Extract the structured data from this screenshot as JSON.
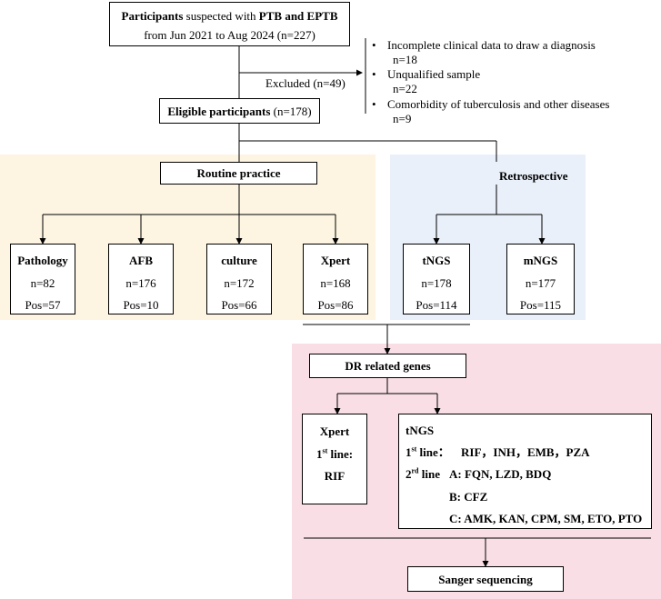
{
  "top": {
    "line1_bold_a": "Participants",
    "line1_mid": " suspected with ",
    "line1_bold_b": "PTB and EPTB",
    "line2": "from Jun 2021 to Aug 2024 (n=227)"
  },
  "excluded": {
    "label": "Excluded (n=49)",
    "items": [
      {
        "bullet": "•",
        "title": "Incomplete clinical data to draw a diagnosis",
        "n": "n=18"
      },
      {
        "bullet": "•",
        "title": "Unqualified sample",
        "n": "n=22"
      },
      {
        "bullet": "•",
        "title": "Comorbidity of tuberculosis and other diseases",
        "n": "n=9"
      }
    ]
  },
  "eligible": {
    "bold": "Eligible participants",
    "rest": " (n=178)"
  },
  "routine": {
    "title": "Routine practice",
    "colors": {
      "panel": "#fdf5e2"
    },
    "tests": [
      {
        "name": "Pathology",
        "n": "n=82",
        "pos": "Pos=57"
      },
      {
        "name": "AFB",
        "n": "n=176",
        "pos": "Pos=10"
      },
      {
        "name": "culture",
        "n": "n=172",
        "pos": "Pos=66"
      },
      {
        "name": "Xpert",
        "n": "n=168",
        "pos": "Pos=86"
      }
    ]
  },
  "retrospective": {
    "title": "Retrospective",
    "colors": {
      "panel": "#e9f0f9"
    },
    "tests": [
      {
        "name": "tNGS",
        "n": "n=178",
        "pos": "Pos=114"
      },
      {
        "name": "mNGS",
        "n": "n=177",
        "pos": "Pos=115"
      }
    ]
  },
  "dr": {
    "title": "DR related genes",
    "colors": {
      "panel": "#f9dfe5"
    },
    "xpert": {
      "title": "Xpert",
      "line_prefix": "1",
      "line_sup": "st",
      "line_suffix": " line:",
      "drug": "RIF"
    },
    "tngs": {
      "title": "tNGS",
      "first_prefix": "1",
      "first_sup": "st",
      "first_suffix": " line：",
      "first_drugs": "RIF，INH，EMB，PZA",
      "second_prefix": "2",
      "second_sup": "rd",
      "second_suffix": " line",
      "second_a": "A: FQN, LZD, BDQ",
      "second_b": "B: CFZ",
      "second_c": "C: AMK, KAN, CPM, SM, ETO, PTO"
    },
    "sanger": "Sanger sequencing"
  }
}
